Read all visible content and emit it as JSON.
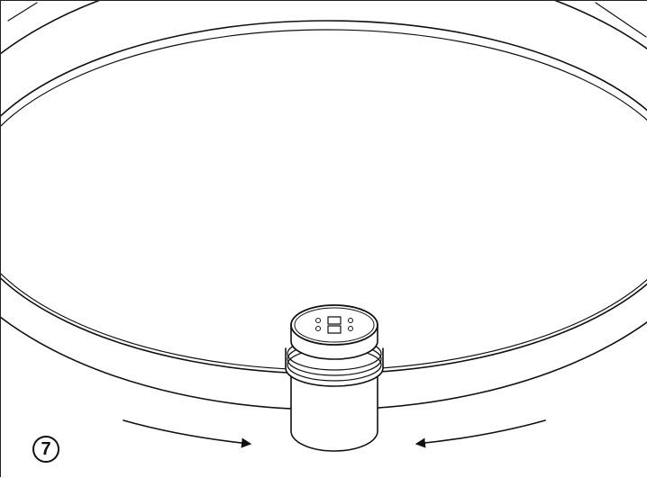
{
  "figure": {
    "step_number": "7",
    "line_color": "#111111",
    "background_color": "#ffffff"
  },
  "icons": {
    "lid": "round-lid-outline",
    "connector": "threaded-connector-cap",
    "arrows": "rotation-arrows"
  }
}
